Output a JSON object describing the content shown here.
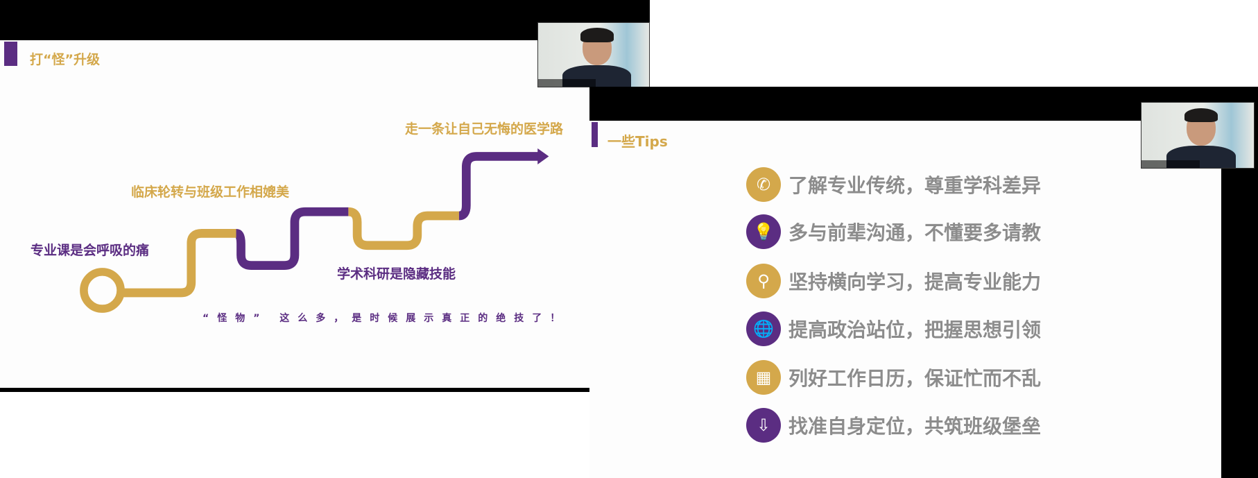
{
  "colors": {
    "gold": "#d4a84b",
    "purple": "#5b2d82",
    "tip_text": "#8c8c8c"
  },
  "left_slide": {
    "title": "打“怪”升级",
    "milestones": [
      {
        "label": "专业课是会呼吸的痛",
        "color": "purple"
      },
      {
        "label": "临床轮转与班级工作相媲美",
        "color": "gold"
      },
      {
        "label": "学术科研是隐藏技能",
        "color": "purple"
      },
      {
        "label": "走一条让自己无悔的医学路",
        "color": "gold"
      }
    ],
    "caption": "“怪物” 这么多，是时候展示真正的绝技了！"
  },
  "right_slide": {
    "title": "一些Tips",
    "tips": [
      {
        "icon": "phone-icon",
        "glyph": "✆",
        "color": "gold",
        "text": "了解专业传统，尊重学科差异"
      },
      {
        "icon": "lightbulb-icon",
        "glyph": "💡",
        "color": "purple",
        "text": "多与前辈沟通，不懂要多请教"
      },
      {
        "icon": "location-pin-icon",
        "glyph": "⚲",
        "color": "gold",
        "text": "坚持横向学习，提高专业能力"
      },
      {
        "icon": "globe-icon",
        "glyph": "🌐",
        "color": "purple",
        "text": "提高政治站位，把握思想引领"
      },
      {
        "icon": "calendar-icon",
        "glyph": "▦",
        "color": "gold",
        "text": "列好工作日历，保证忙而不乱"
      },
      {
        "icon": "cloud-download-icon",
        "glyph": "⇩",
        "color": "purple",
        "text": "找准自身定位，共筑班级堡垒"
      }
    ]
  }
}
